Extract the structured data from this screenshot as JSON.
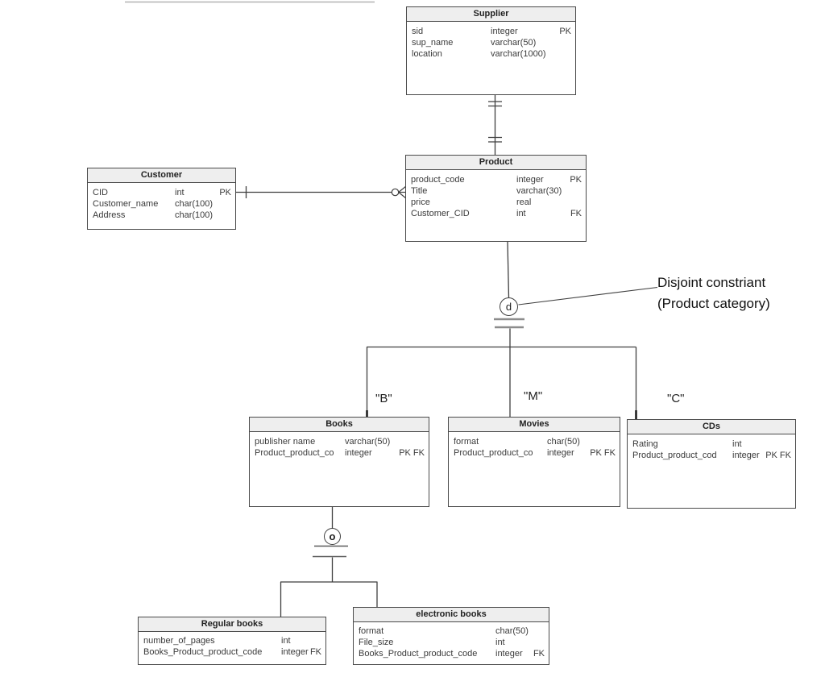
{
  "annotation": {
    "line1": "Disjoint constriant",
    "line2": "(Product category)"
  },
  "category_labels": {
    "books": "\"B\"",
    "movies": "\"M\"",
    "cds": "\"C\""
  },
  "constraint_circles": {
    "disjoint": "d",
    "overlapping": "o"
  },
  "colors": {
    "table_border": "#4a4a4a",
    "header_fill": "#eeeeee",
    "connector_line": "#3f3f3f",
    "constraint_bar": "#8c8c8c",
    "text": "#3a3a3a"
  },
  "tables": {
    "supplier": {
      "title": "Supplier",
      "rows": [
        {
          "name": "sid",
          "type": "integer",
          "key": "PK"
        },
        {
          "name": "sup_name",
          "type": "varchar(50)",
          "key": ""
        },
        {
          "name": "location",
          "type": "varchar(1000)",
          "key": ""
        }
      ]
    },
    "product": {
      "title": "Product",
      "rows": [
        {
          "name": "product_code",
          "type": "integer",
          "key": "PK"
        },
        {
          "name": "Title",
          "type": "varchar(30)",
          "key": ""
        },
        {
          "name": "price",
          "type": "real",
          "key": ""
        },
        {
          "name": "Customer_CID",
          "type": "int",
          "key": "FK"
        }
      ]
    },
    "customer": {
      "title": "Customer",
      "rows": [
        {
          "name": "CID",
          "type": "int",
          "key": "PK"
        },
        {
          "name": "Customer_name",
          "type": "char(100)",
          "key": ""
        },
        {
          "name": "Address",
          "type": "char(100)",
          "key": ""
        }
      ]
    },
    "books": {
      "title": "Books",
      "rows": [
        {
          "name": "publisher name",
          "type": "varchar(50)",
          "key": ""
        },
        {
          "name": "Product_product_co",
          "type": "integer",
          "key": "PK FK"
        }
      ]
    },
    "movies": {
      "title": "Movies",
      "rows": [
        {
          "name": "format",
          "type": "char(50)",
          "key": ""
        },
        {
          "name": "Product_product_co",
          "type": "integer",
          "key": "PK FK"
        }
      ]
    },
    "cds": {
      "title": "CDs",
      "rows": [
        {
          "name": "Rating",
          "type": "int",
          "key": ""
        },
        {
          "name": "Product_product_cod",
          "type": "integer",
          "key": "PK FK"
        }
      ]
    },
    "regular_books": {
      "title": "Regular books",
      "rows": [
        {
          "name": "number_of_pages",
          "type": "int",
          "key": ""
        },
        {
          "name": "Books_Product_product_code",
          "type": "integer",
          "key": "FK"
        }
      ]
    },
    "electronic_books": {
      "title": "electronic books",
      "rows": [
        {
          "name": "format",
          "type": "char(50)",
          "key": ""
        },
        {
          "name": "File_size",
          "type": "int",
          "key": ""
        },
        {
          "name": "Books_Product_product_code",
          "type": "integer",
          "key": "FK"
        }
      ]
    }
  }
}
